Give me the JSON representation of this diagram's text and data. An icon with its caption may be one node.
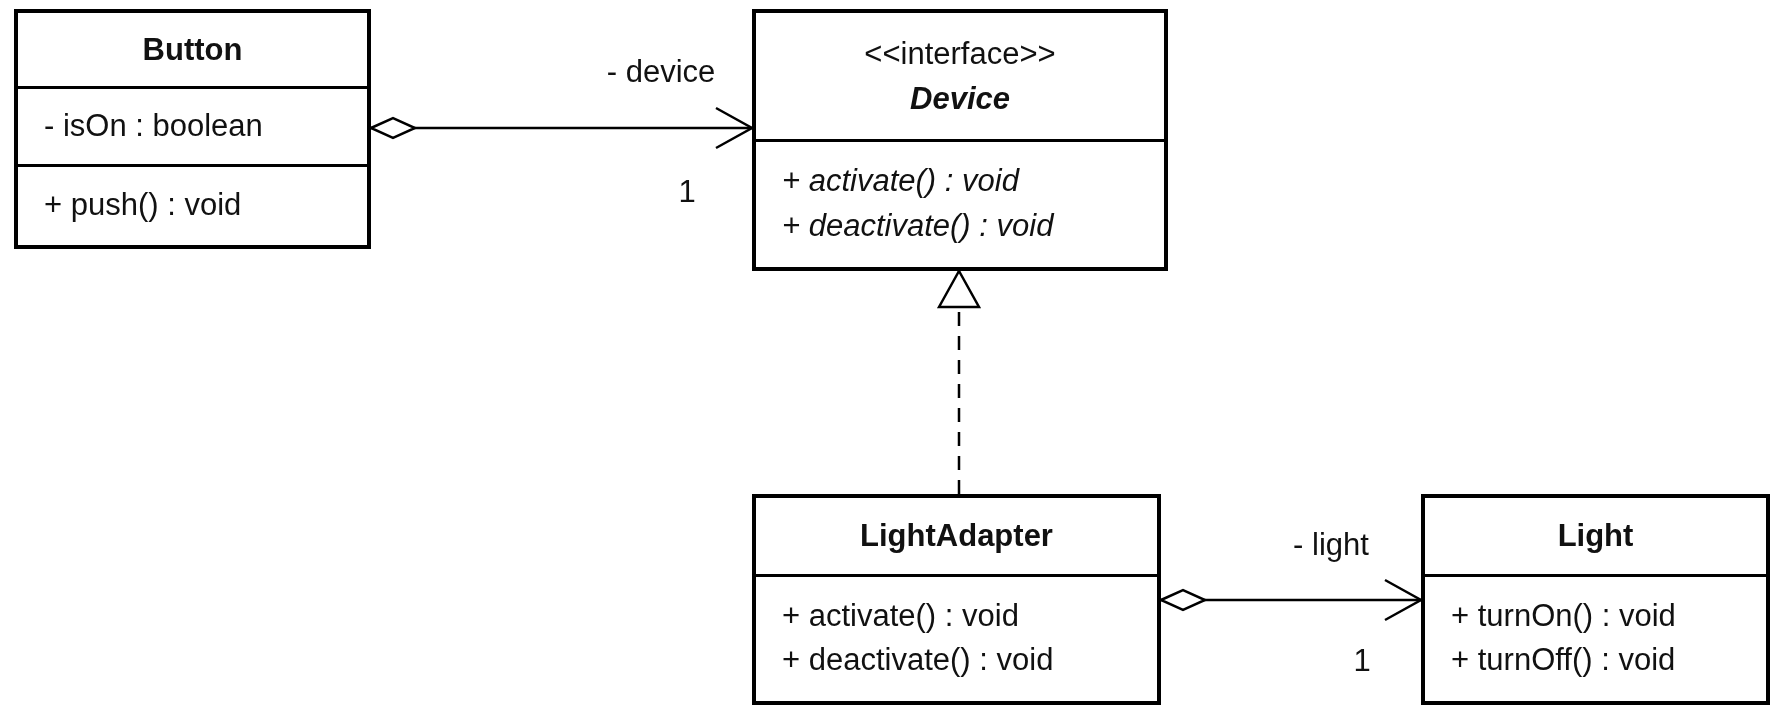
{
  "diagram": {
    "nodes": [
      {
        "text": [
          "Button",
          "- isOn : boolean",
          "+ push() : void"
        ]
      },
      {
        "text": [
          "<<interface>>",
          "Device",
          "+ activate() : void",
          "+ deactivate() : void"
        ]
      },
      {
        "text": [
          "LightAdapter",
          "+ activate() : void",
          "+ deactivate() : void"
        ]
      },
      {
        "text": [
          "Light",
          "+ turnOn() : void",
          "+ turnOff() : void"
        ]
      }
    ],
    "edges": [
      {
        "from": 0,
        "to": 1,
        "arrow": "to",
        "label": "- device"
      },
      {
        "from": 2,
        "to": 1,
        "arrow": "to",
        "style": "dashed"
      },
      {
        "from": 2,
        "to": 3,
        "arrow": "to",
        "label": "- light"
      }
    ],
    "labels": [
      "1",
      "1"
    ]
  }
}
